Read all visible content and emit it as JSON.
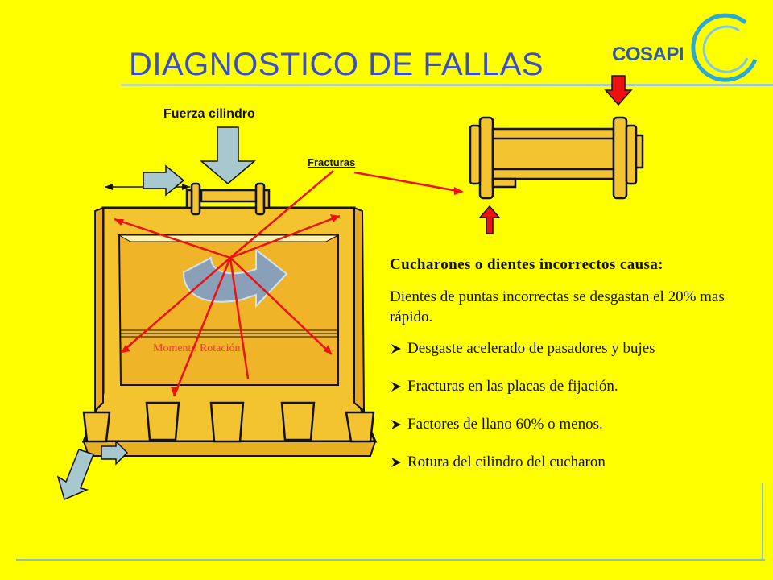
{
  "title": "DIAGNOSTICO DE FALLAS",
  "logo": {
    "text": "COSAPI",
    "color": "#2f59a8",
    "ring_color": "#2aa8d8"
  },
  "labels": {
    "fuerza_cilindro": "Fuerza cilindro",
    "fracturas": "Fracturas",
    "momento_rotacion": "Momento Rotación"
  },
  "content": {
    "heading": "Cucharones o dientes incorrectos causa:",
    "paragraph": "Dientes de puntas incorrectas se desgastan el 20% mas rápido.",
    "bullets": [
      "Desgaste acelerado de pasadores y bujes",
      "Fracturas en las placas de fijación.",
      "Factores de llano 60% o menos.",
      "Rotura  del cilindro del  cucharon"
    ]
  },
  "colors": {
    "background": "#ffff00",
    "title": "#3a4fc7",
    "bucket": "#f4c430",
    "fracture_lines": "#ff0000",
    "force_arrow": "#a8c8d0"
  }
}
